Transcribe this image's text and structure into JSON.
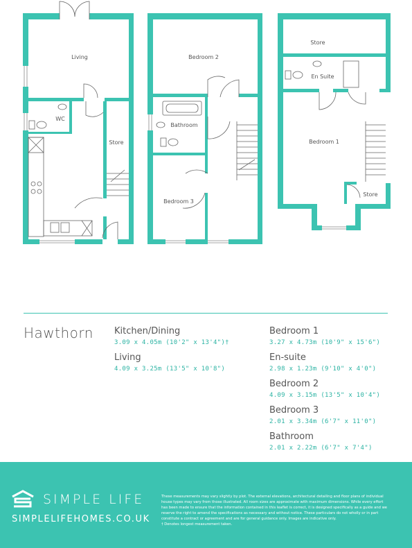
{
  "plans": {
    "ground_floor": {
      "living_label": "Living",
      "wc_label": "WC",
      "store_label": "Store"
    },
    "first_floor": {
      "bedroom2_label": "Bedroom 2",
      "bathroom_label": "Bathroom",
      "bedroom3_label": "Bedroom 3"
    },
    "second_floor": {
      "store_top_label": "Store",
      "ensuite_label": "En Suite",
      "bedroom1_label": "Bedroom 1",
      "store_bottom_label": "Store"
    }
  },
  "property": {
    "name": "Hawthorn"
  },
  "dimensions_left": [
    {
      "room": "Kitchen/Dining",
      "size": "3.09 x 4.05m (10'2\" x 13'4\")†"
    },
    {
      "room": "Living",
      "size": "4.09 x 3.25m (13'5\" x 10'8\")"
    }
  ],
  "dimensions_right": [
    {
      "room": "Bedroom 1",
      "size": "3.27 x 4.73m (10'9\" x 15'6\")"
    },
    {
      "room": "En-suite",
      "size": "2.98 x 1.23m (9'10\" x 4'0\")"
    },
    {
      "room": "Bedroom 2",
      "size": "4.09 x 3.15m (13'5\" x 10'4\")"
    },
    {
      "room": "Bedroom 3",
      "size": "2.01 x 3.34m (6'7\" x 11'0\")"
    },
    {
      "room": "Bathroom",
      "size": "2.01 x 2.22m (6'7\" x 7'4\")"
    }
  ],
  "footer": {
    "brand_name": "SIMPLE LIFE",
    "website": "SIMPLELIFEHOMES.CO.UK",
    "disclaimer": "These measurements may vary slightly by plot. The external elevations, architectural detailing and floor plans of individual house types may vary from those illustrated. All room sizes are approximate with maximum dimensions. While every effort has been made to ensure that the information contained in this leaflet is correct, it is designed specifically as a guide and we reserve the right to amend the specifications as necessary and without notice. These particulars do not wholly or in part constitute a contract or agreement and are for general guidance only. Images are indicative only.",
    "footnote": "† Denotes longest measurement taken."
  },
  "colors": {
    "accent": "#3cc3b1",
    "text": "#555555",
    "footer_text": "#ffffff"
  }
}
